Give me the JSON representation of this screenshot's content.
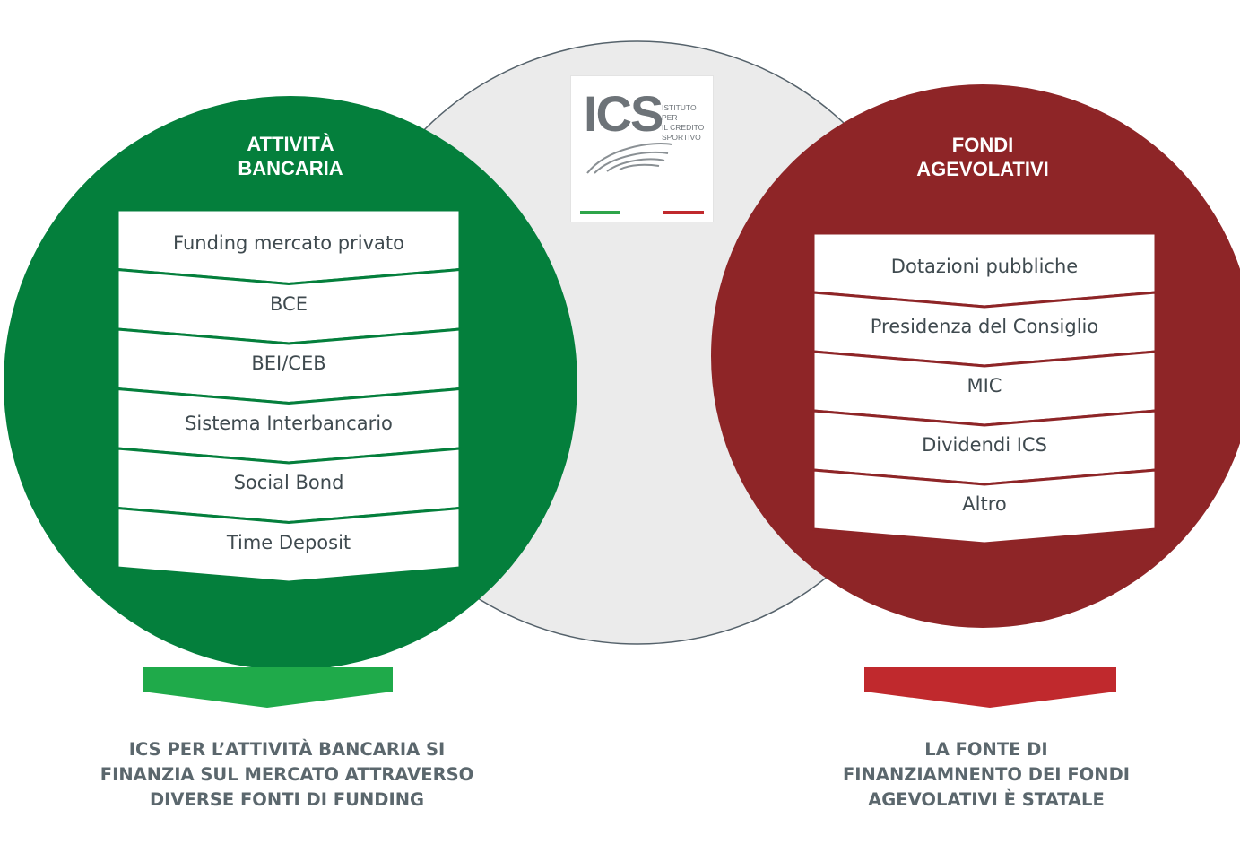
{
  "logo": {
    "text": "ICS",
    "subtitle_lines": [
      "ISTITUTO PER",
      "IL CREDITO",
      "SPORTIVO"
    ]
  },
  "left": {
    "title_lines": [
      "ATTIVITÀ",
      "BANCARIA"
    ],
    "color": "#047f3c",
    "items": [
      "Funding mercato privato",
      "BCE",
      "BEI/CEB",
      "Sistema Interbancario",
      "Social Bond",
      "Time Deposit"
    ],
    "arrow_color": "#1faa4a",
    "caption_lines": [
      "ICS PER L’ATTIVITÀ BANCARIA SI",
      "FINANZIA SUL MERCATO ATTRAVERSO",
      "DIVERSE FONTI DI FUNDING"
    ]
  },
  "right": {
    "title_lines": [
      "FONDI",
      "AGEVOLATIVI"
    ],
    "color": "#8e2527",
    "items": [
      "Dotazioni pubbliche",
      "Presidenza del Consiglio",
      "MIC",
      "Dividendi ICS",
      "Altro"
    ],
    "arrow_color": "#c0292d",
    "caption_lines": [
      "LA FONTE DI",
      "FINANZIAMNENTO DEI FONDI",
      "AGEVOLATIVI È STATALE"
    ]
  },
  "center_circle_color": "#ebebeb"
}
